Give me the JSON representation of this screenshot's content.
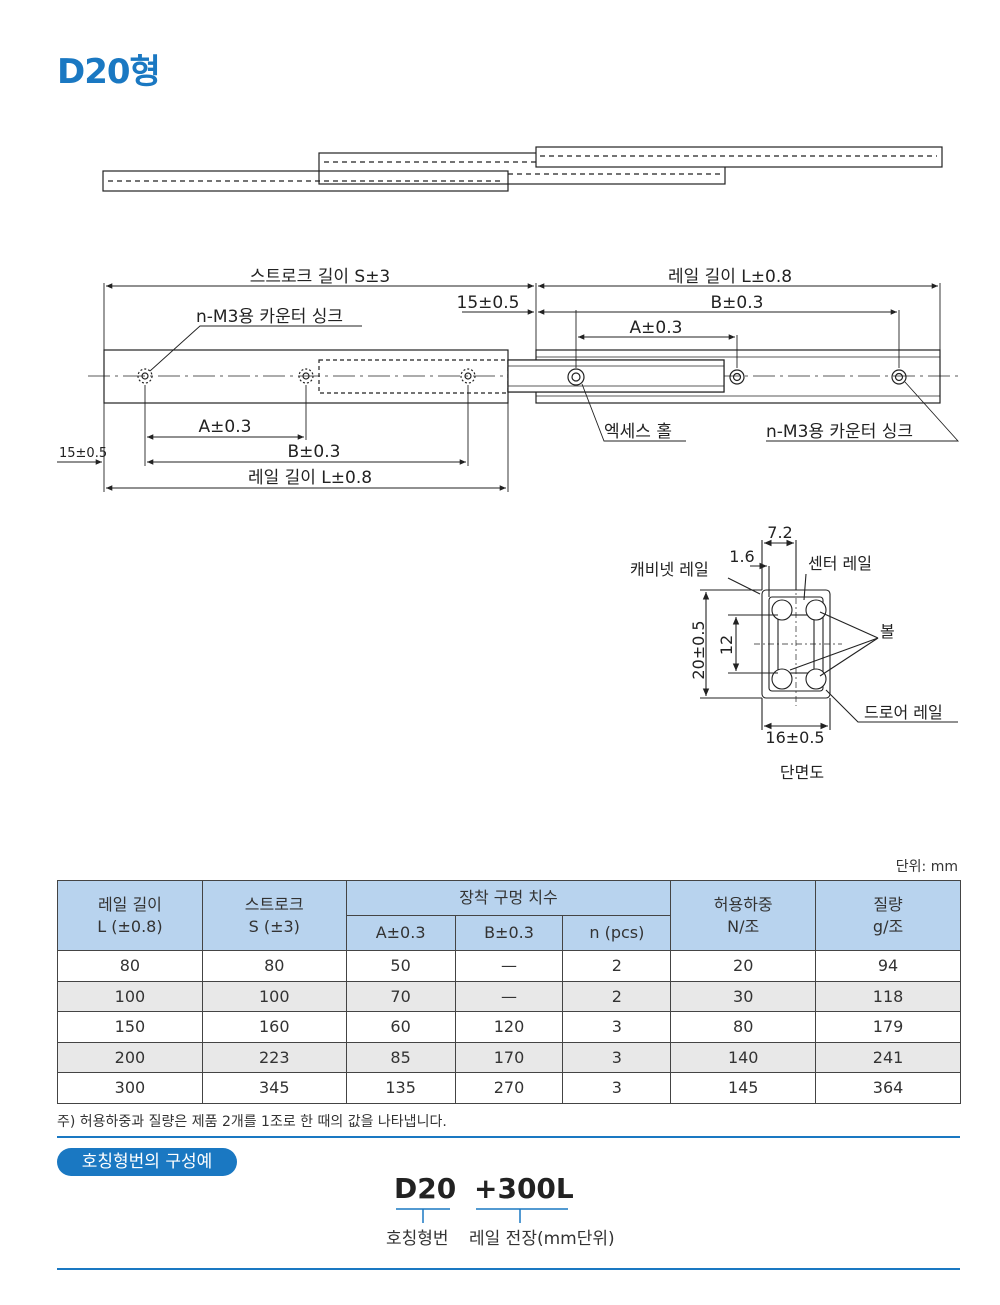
{
  "title": "D20형",
  "drawing": {
    "stroke_label": "스트로크 길이 S±3",
    "rail_length_label": "레일 길이 L±0.8",
    "offset_label": "15±0.5",
    "b_label": "B±0.3",
    "a_label": "A±0.3",
    "counter_sink": "n-M3용 카운터 싱크",
    "access_hole": "엑세스 홀"
  },
  "section": {
    "cabinet_rail": "캐비넷 레일",
    "center_rail": "센터 레일",
    "ball": "볼",
    "drawer_rail": "드로어 레일",
    "dim_72": "7.2",
    "dim_16": "1.6",
    "dim_12": "12",
    "dim_height": "20±0.5",
    "dim_width": "16±0.5",
    "caption": "단면도"
  },
  "unit": "단위: mm",
  "table": {
    "headers": {
      "rail_len": "레일 길이",
      "rail_len_tol": "L (±0.8)",
      "stroke": "스트로크",
      "stroke_tol": "S (±3)",
      "mount": "장착 구멍 치수",
      "a": "A±0.3",
      "b": "B±0.3",
      "n": "n (pcs)",
      "load": "허용하중",
      "load_unit": "N/조",
      "weight": "질량",
      "weight_unit": "g/조"
    },
    "rows": [
      [
        "80",
        "80",
        "50",
        "—",
        "2",
        "20",
        "94"
      ],
      [
        "100",
        "100",
        "70",
        "—",
        "2",
        "30",
        "118"
      ],
      [
        "150",
        "160",
        "60",
        "120",
        "3",
        "80",
        "179"
      ],
      [
        "200",
        "223",
        "85",
        "170",
        "3",
        "140",
        "241"
      ],
      [
        "300",
        "345",
        "135",
        "270",
        "3",
        "145",
        "364"
      ]
    ]
  },
  "note": "주) 허용하중과 질량은 제품 2개를 1조로 한 때의 값을 나타냅니다.",
  "example": {
    "badge": "호칭형번의 구성예",
    "part1": "D20",
    "part2": "+300L",
    "label1": "호칭형번",
    "label2": "레일 전장(mm단위)"
  },
  "colors": {
    "accent": "#1a78c2",
    "header_bg": "#b8d3ee",
    "row_alt": "#e8e8e8"
  }
}
